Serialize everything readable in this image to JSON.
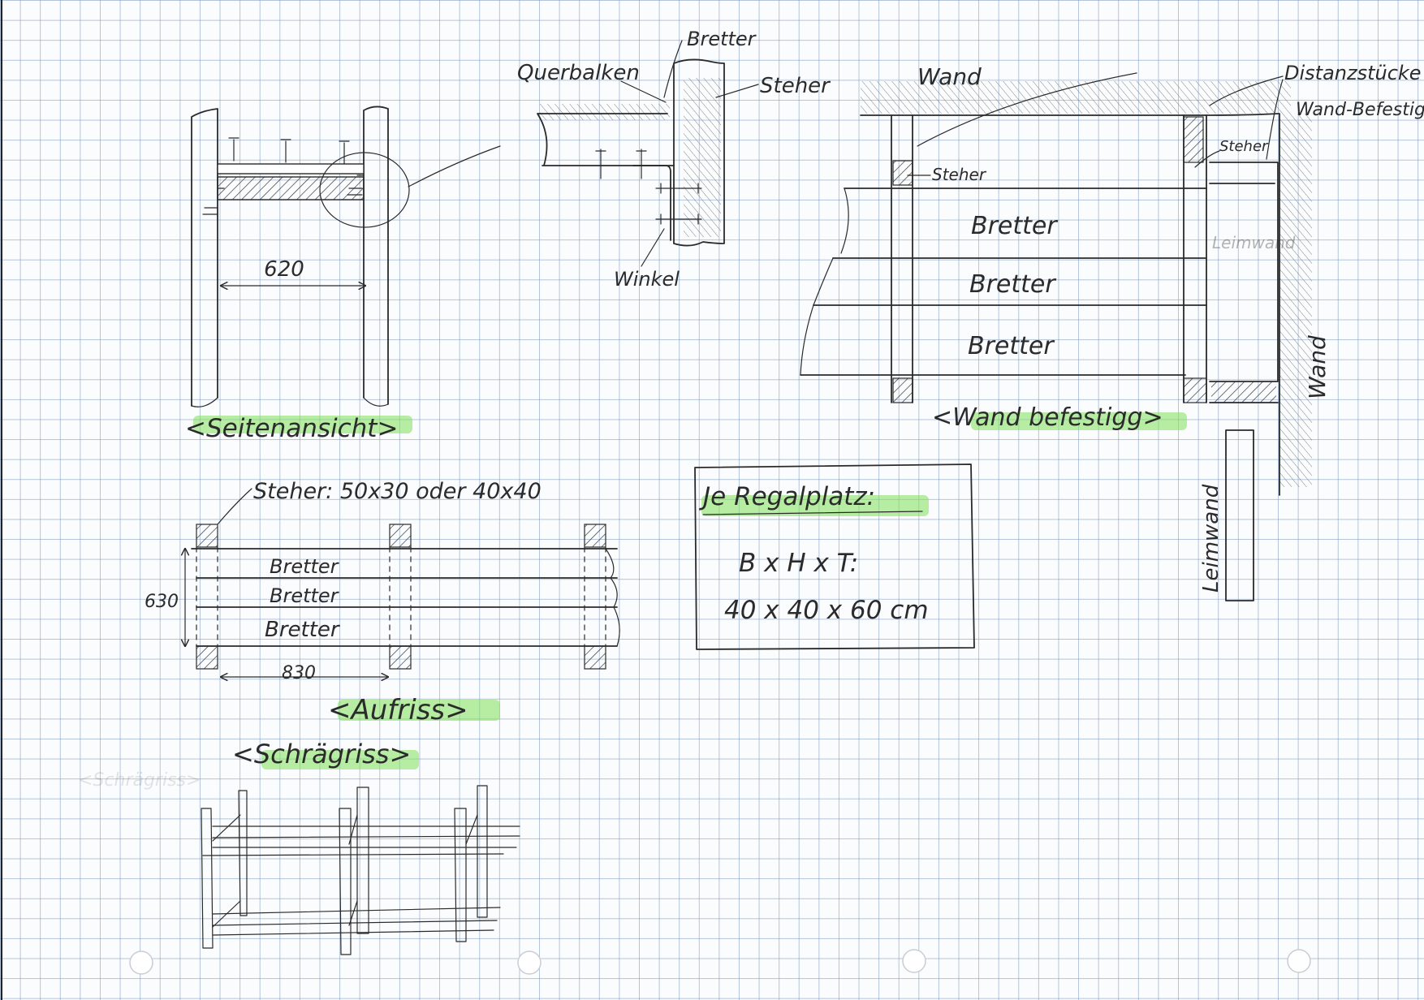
{
  "labels": {
    "side_view_dimension": "620",
    "side_view_title": "<Seitenansicht>",
    "detail_querbalken": "Querbalken",
    "detail_bretter": "Bretter",
    "detail_steher": "Steher",
    "detail_winkel": "Winkel",
    "wall_wand_top": "Wand",
    "wall_distanzstuecke": "Distanzstücke",
    "wall_befestigung": "Wand-Befestigg.",
    "wall_steher_left": "Steher",
    "wall_steher_right": "Steher",
    "wall_board_1": "Bretter",
    "wall_board_2": "Bretter",
    "wall_board_3": "Bretter",
    "wall_leimwand_faint": "Leimwand",
    "wall_wand_right": "Wand",
    "wall_leimwand": "Leimwand",
    "wall_title": "<Wand befestigg>",
    "front_steher_spec": "Steher: 50x30 oder 40x40",
    "front_board_1": "Bretter",
    "front_board_2": "Bretter",
    "front_board_3": "Bretter",
    "front_height_dim": "630",
    "front_width_dim": "830",
    "front_title": "<Aufriss>",
    "box_heading": "Je Regalplatz:",
    "box_formula": "B x H x T:",
    "box_values": "40 x 40 x 60 cm",
    "oblique_title": "<Schrägriss>"
  },
  "colors": {
    "highlighter": "#7fe05a",
    "ink": "#2a2a2a",
    "grid": "#7896be",
    "paper": "#fbfcfd"
  }
}
